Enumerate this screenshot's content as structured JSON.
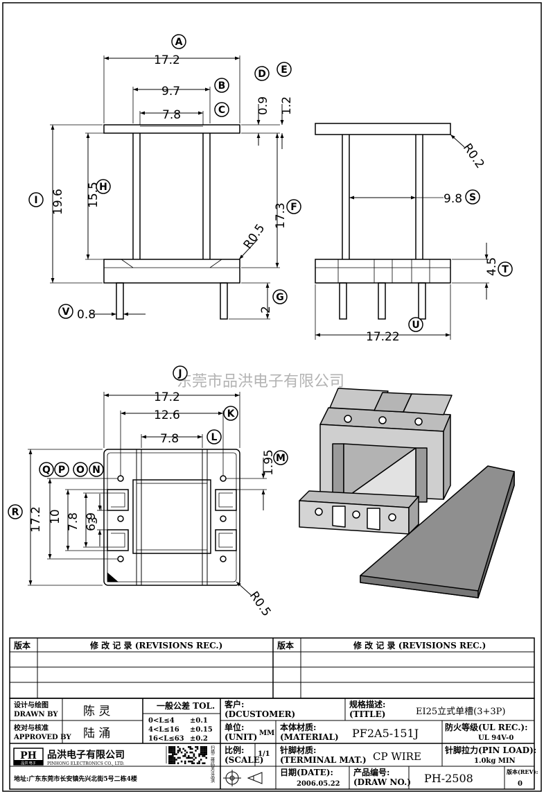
{
  "watermark": "东莞市品洪电子有限公司",
  "top_view": {
    "dims": {
      "A": "17.2",
      "B": "9.7",
      "C": "7.8",
      "D": "0.9",
      "E": "1.2",
      "F": "17.3",
      "G": "2",
      "H": "15.5",
      "I": "19.6",
      "V": "0.8"
    },
    "radius_label": "R0.5"
  },
  "side_view": {
    "dims": {
      "S": "9.8",
      "T": "4.5",
      "U": "17.22"
    },
    "radius_label": "R0.2"
  },
  "bottom_view": {
    "dims": {
      "J": "17.2",
      "K": "12.6",
      "L": "7.8",
      "M": "1.95",
      "N": "3",
      "O": "6.9",
      "P": "7.8",
      "Q": "10",
      "R": "17.2"
    },
    "radius_label": "R0.5"
  },
  "bubbles": [
    "A",
    "B",
    "C",
    "D",
    "E",
    "F",
    "G",
    "H",
    "I",
    "J",
    "K",
    "L",
    "M",
    "N",
    "O",
    "P",
    "Q",
    "R",
    "S",
    "T",
    "U",
    "V"
  ],
  "revisions": {
    "col_version": "版本",
    "col_record": "修 改 记 录 (REVISIONS REC.)"
  },
  "title_block": {
    "designer_label_cn": "设计与绘图",
    "designer_label_en": "DRAWN BY",
    "designer_name": "陈 灵",
    "approver_label_cn": "校对与核准",
    "approver_label_en": "APPROVED BY",
    "approver_name": "陆 涌",
    "tol_title": "一般公差 TOL.",
    "tol_rows": [
      {
        "range": "0<L≤4",
        "value": "±0.1"
      },
      {
        "range": "4<L≤16",
        "value": "±0.15"
      },
      {
        "range": "16<L≤63",
        "value": "±0.2"
      }
    ],
    "customer_label_cn": "客户:",
    "customer_label_en": "(DCUSTOMER)",
    "title_label_cn": "规格描述:",
    "title_label_en": "(TITLE)",
    "title_value": "EI25立式单槽(3+3P)",
    "unit_label_cn": "单位:",
    "unit_label_en": "(UNIT)",
    "unit_value": "MM",
    "material_label_cn": "本体材质:",
    "material_label_en": "(MATERIAL)",
    "material_value": "PF2A5-151J",
    "fire_label_cn": "防火等级(UL REC.):",
    "fire_value": "UL 94V-0",
    "scale_label_cn": "比例:",
    "scale_label_en": "(SCALE)",
    "scale_value": "1/1",
    "terminal_label_cn": "针脚材质:",
    "terminal_label_en": "(TERMINAL MAT.)",
    "terminal_value": "CP WIRE",
    "pinload_label_cn": "针脚拉力(PIN LOAD):",
    "pinload_value": "1.0kg MIN",
    "date_label": "日期(DATE):",
    "date_value": "2006.05.22",
    "drawno_label_cn": "产品编号:",
    "drawno_label_en": "(DRAW NO.)",
    "drawno_value": "PH-2508",
    "rev_label": "版本(REV):",
    "rev_value": "0",
    "company_name": "品洪电子有限公司",
    "company_en": "PINHONG ELECTRONICS CO., LTD.",
    "company_addr": "地址:广东东莞市长安镇先兴北街5号二栋4楼",
    "logo_text": "PH",
    "logo_sub": "品洪 电子",
    "qr_caption": "扫描二维码关注品洪"
  }
}
